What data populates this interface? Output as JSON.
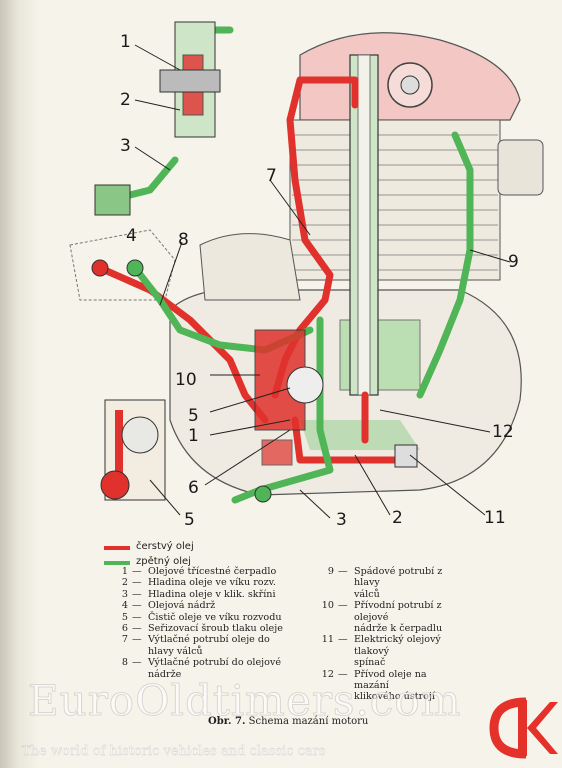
{
  "callouts": [
    "1",
    "2",
    "3",
    "4",
    "5",
    "6",
    "7",
    "8",
    "9",
    "10",
    "11",
    "12",
    "5",
    "1",
    "2",
    "3"
  ],
  "legend": {
    "fresh": {
      "label": "čerstvý olej",
      "color": "#e0312c"
    },
    "return": {
      "label": "zpětný olej",
      "color": "#4fb556"
    }
  },
  "parts_left": [
    {
      "num": "1",
      "text": "Olejové třícestné čerpadlo"
    },
    {
      "num": "2",
      "text": "Hladina oleje ve víku rozv."
    },
    {
      "num": "3",
      "text": "Hladina oleje v klik. skříni"
    },
    {
      "num": "4",
      "text": "Olejová nádrž"
    },
    {
      "num": "5",
      "text": "Čistič oleje ve víku rozvodu"
    },
    {
      "num": "6",
      "text": "Seřizovací šroub tlaku oleje"
    },
    {
      "num": "7",
      "text": "Výtlačné potrubí oleje do"
    },
    {
      "num": "",
      "text": "hlavy válců"
    },
    {
      "num": "8",
      "text": "Výtlačné potrubí do olejové"
    },
    {
      "num": "",
      "text": "nádrže"
    }
  ],
  "parts_right": [
    {
      "num": "9",
      "text": "Spádové potrubí z hlavy"
    },
    {
      "num": "",
      "text": "válců"
    },
    {
      "num": "10",
      "text": "Přívodní potrubí z olejové"
    },
    {
      "num": "",
      "text": "nádrže k čerpadlu"
    },
    {
      "num": "11",
      "text": "Elektrický olejový tlakový"
    },
    {
      "num": "",
      "text": "spínač"
    },
    {
      "num": "12",
      "text": "Přívod oleje na mazání"
    },
    {
      "num": "",
      "text": "klikového ústrojí"
    }
  ],
  "caption": {
    "bold": "Obr. 7.",
    "text": "Schema mazání motoru"
  },
  "watermark": {
    "title": "EuroOldtimers.com",
    "subtitle": "The world of historic vehicles and classic cars"
  },
  "logo_text": "RK",
  "colors": {
    "red": "#e0312c",
    "green": "#4fb556",
    "logo": "#e4322b"
  }
}
